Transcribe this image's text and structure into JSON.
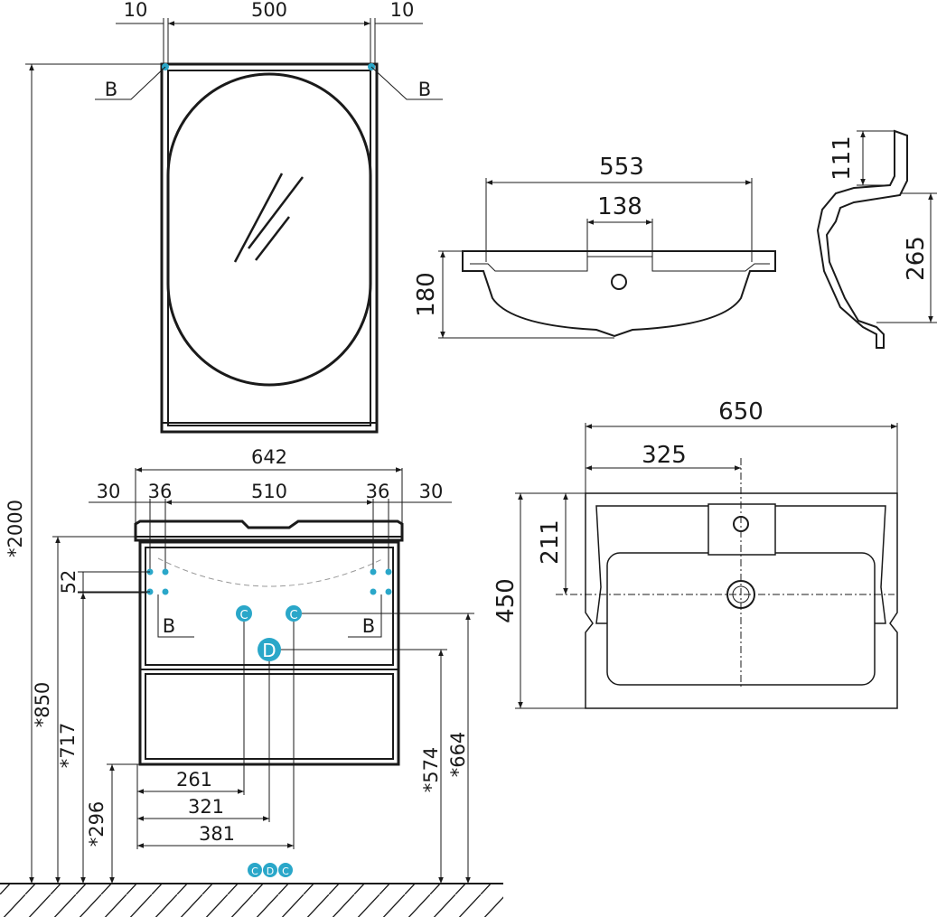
{
  "mirror": {
    "width_label": "500",
    "offset_left_label": "10",
    "offset_right_label": "10",
    "point_left_label": "B",
    "point_right_label": "B"
  },
  "cabinet": {
    "width_label": "642",
    "side_left_label": "30",
    "side_right_label": "30",
    "inset_left_label": "36",
    "inset_right_label": "36",
    "center_label": "510",
    "spacing_label": "52",
    "b_left_label": "B",
    "b_right_label": "B",
    "c_left_label": "261",
    "d_label": "321",
    "c_right_label": "381"
  },
  "heights": {
    "total": "*2000",
    "top": "*850",
    "mid": "*717",
    "bottom": "*296",
    "d_height": "*574",
    "c_height": "*664"
  },
  "basin_front": {
    "width_label": "553",
    "tap_label": "138",
    "height_label": "180"
  },
  "basin_side": {
    "top_label": "111",
    "height_label": "265"
  },
  "basin_top": {
    "width_label": "650",
    "half_label": "325",
    "depth_label": "450",
    "tap_depth_label": "211"
  },
  "markers": {
    "c": "C",
    "d": "D",
    "legend": [
      "C",
      "D",
      "C"
    ]
  },
  "colors": {
    "line": "#1a1a1a",
    "accent": "#2aa7c9"
  }
}
